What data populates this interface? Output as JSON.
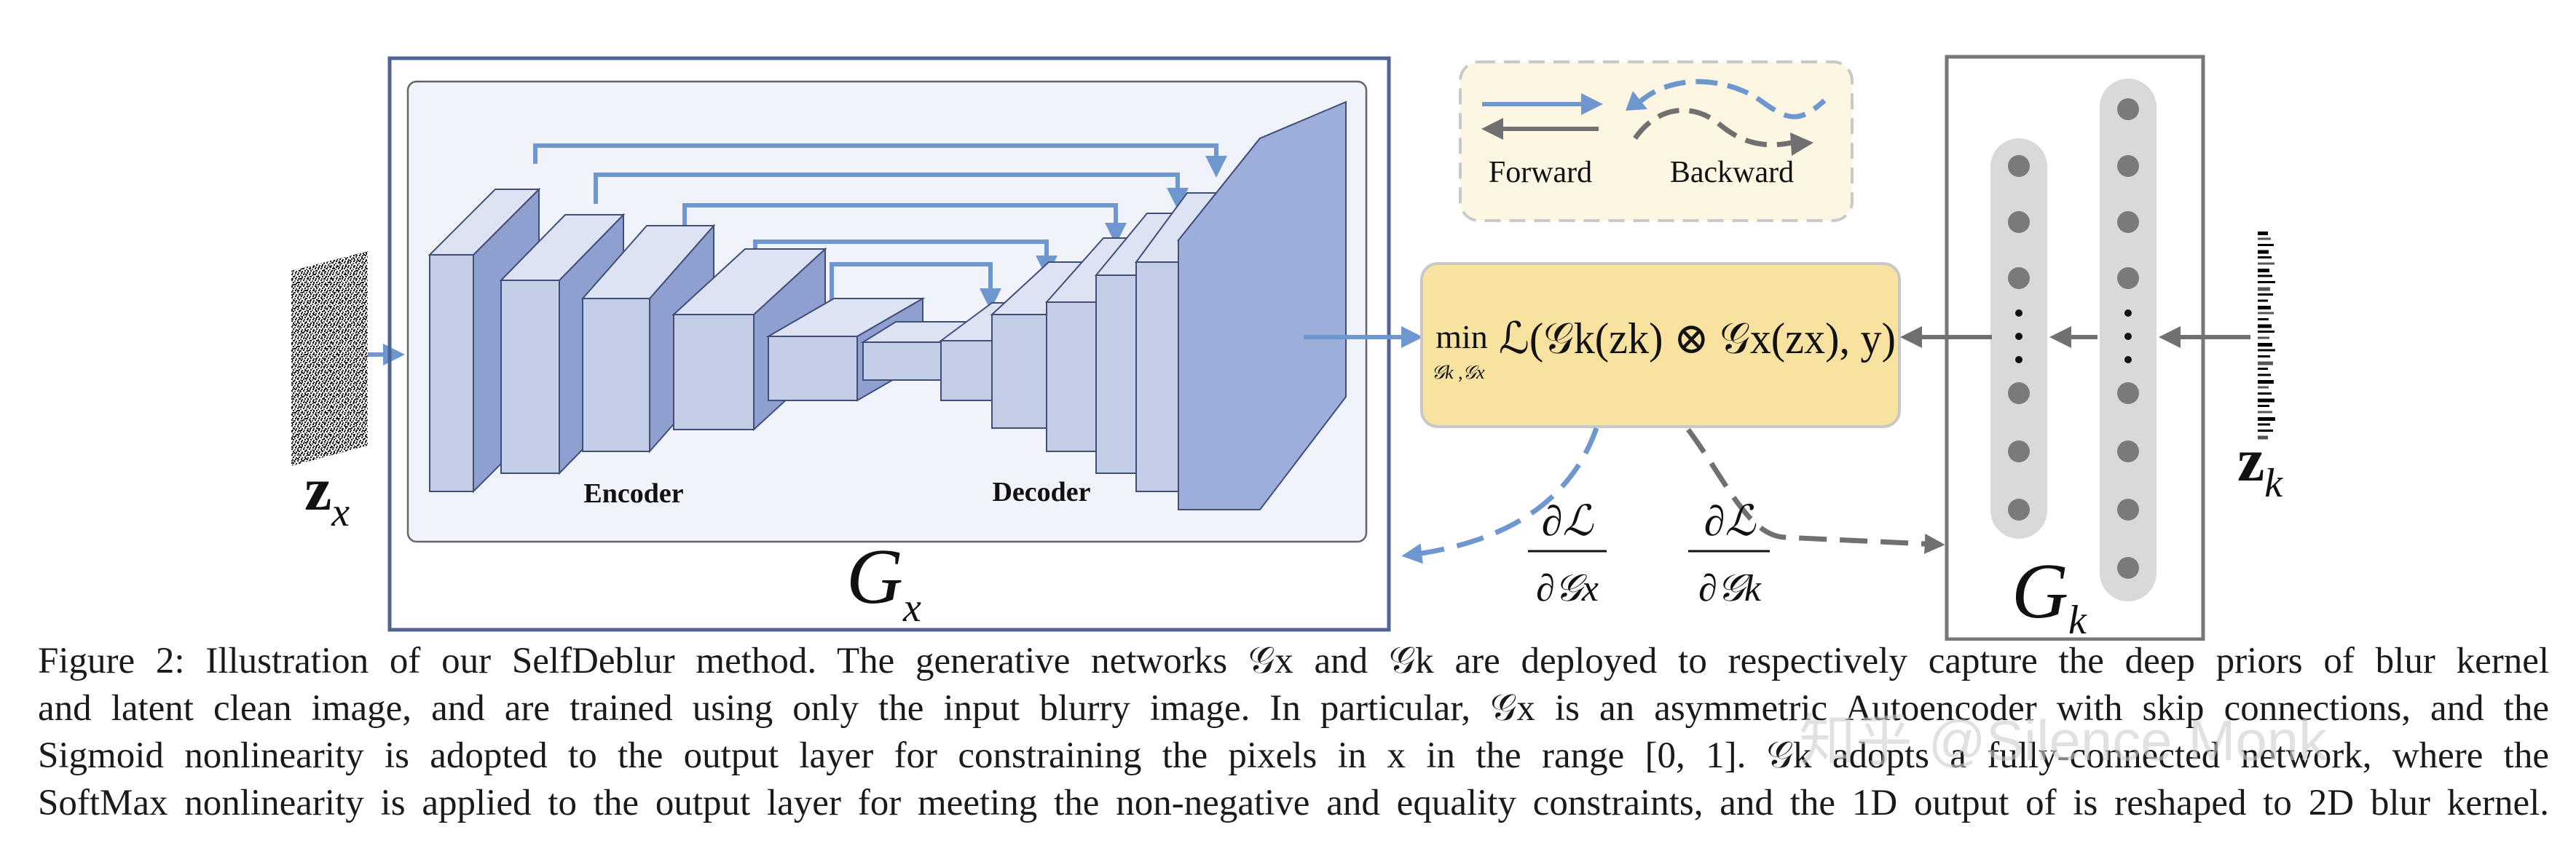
{
  "diagram": {
    "input_label": "z",
    "input_label_sub": "x",
    "encoder_label": "Encoder",
    "decoder_label": "Decoder",
    "gx_label": "G",
    "gx_label_sub": "x",
    "legend": {
      "forward_label": "Forward",
      "backward_label": "Backward"
    },
    "loss_box": {
      "min_text": "min",
      "min_sub": "𝒢k ,𝒢x",
      "expression": "ℒ(𝒢k(zk) ⊗ 𝒢x(zx), y)"
    },
    "grad_x": {
      "numerator": "∂ℒ",
      "denominator": "∂𝒢x"
    },
    "grad_k": {
      "numerator": "∂ℒ",
      "denominator": "∂𝒢k"
    },
    "gk_label": "G",
    "gk_label_sub": "k",
    "kernel_label": "z",
    "kernel_label_sub": "k",
    "colors": {
      "forward_blue": "#6f97cf",
      "backward_gray": "#707070",
      "loss_fill": "#f8e2a0",
      "legend_fill": "#fdf6e3",
      "block_front": "#c3cde6",
      "block_side": "#8f9fcf",
      "block_top": "#dde3f3"
    }
  },
  "caption": {
    "line1": "Figure 2: Illustration of our SelfDeblur method. The generative networks 𝒢x and 𝒢k are deployed to respectively capture the deep priors of blur kernel",
    "line2": "and latent clean image, and are trained using only the input blurry image. In particular, 𝒢x is an asymmetric Autoencoder with skip connections, and the",
    "line3": "Sigmoid nonlinearity is adopted to the output layer for constraining the pixels in x in the range [0, 1]. 𝒢k adopts a fully-connected network, where the",
    "line4": "SoftMax nonlinearity is applied to the output layer for meeting the non-negative and equality constraints, and the 1D output of is reshaped to 2D blur kernel."
  },
  "watermark": "知乎 @Silence Monk"
}
